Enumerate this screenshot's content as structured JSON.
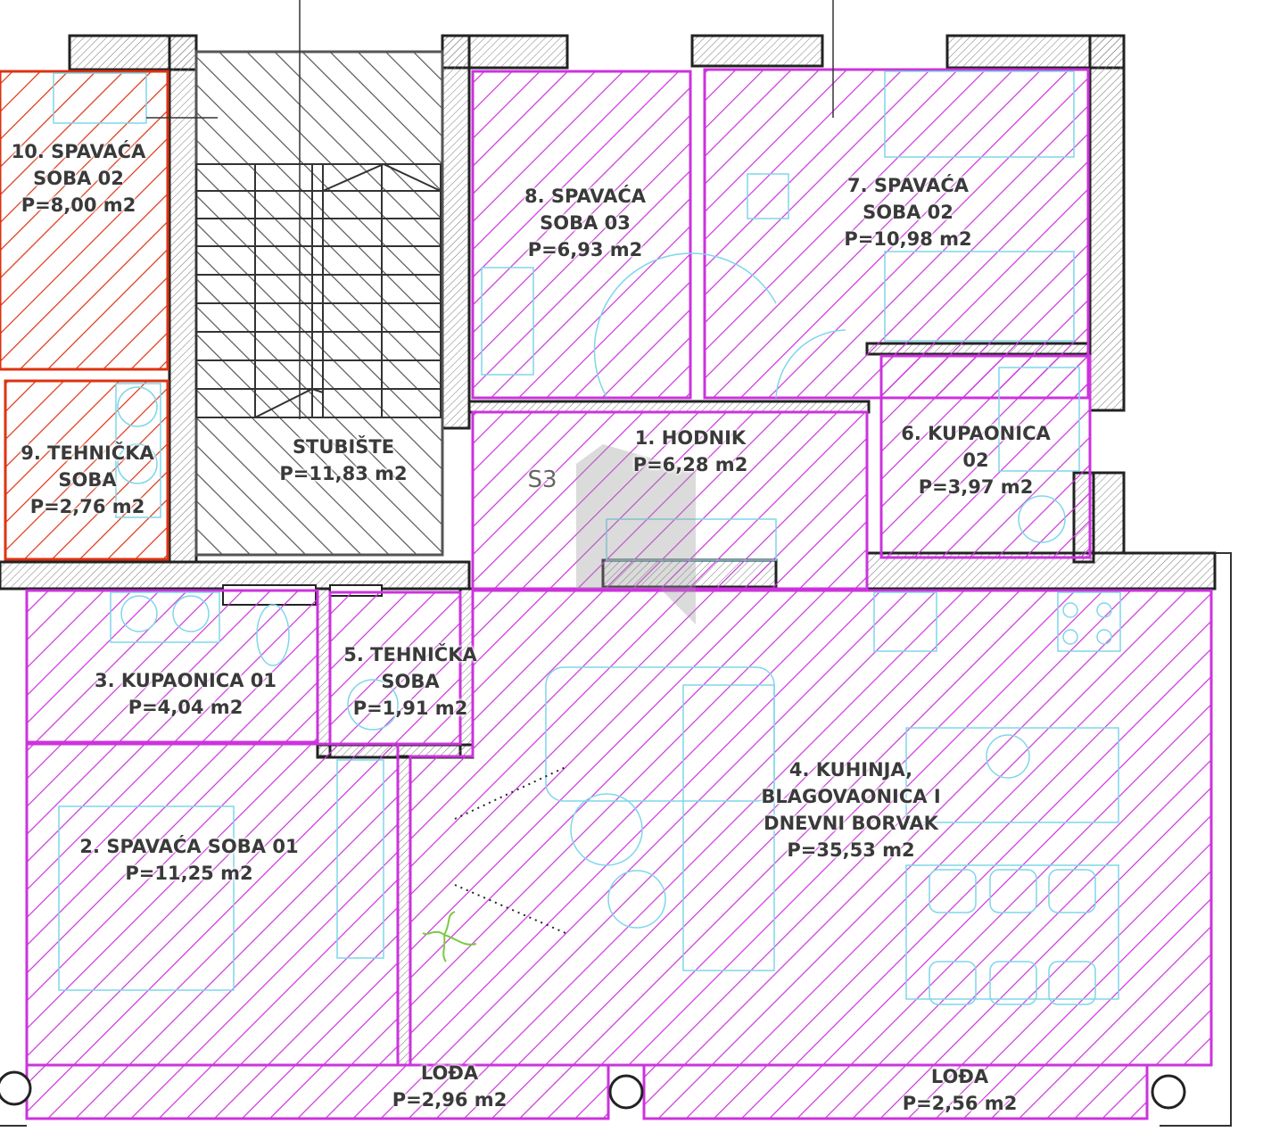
{
  "colors": {
    "magenta": "#cc33dd",
    "red": "#dd3311",
    "stair": "#555555",
    "wall": "#222222",
    "furniture": "#7fd6ea"
  },
  "rooms": [
    {
      "id": "soba10",
      "lines": [
        "10. SPAVAĆA",
        "SOBA 02"
      ],
      "area": "P=8,00 m2",
      "kind": "red"
    },
    {
      "id": "soba9",
      "lines": [
        "9. TEHNIČKA",
        "SOBA"
      ],
      "area": "P=2,76 m2",
      "kind": "red"
    },
    {
      "id": "stubiste",
      "lines": [
        "STUBIŠTE"
      ],
      "area": "P=11,83 m2",
      "kind": "stair"
    },
    {
      "id": "soba8",
      "lines": [
        "8. SPAVAĆA",
        "SOBA 03"
      ],
      "area": "P=6,93 m2",
      "kind": "magenta"
    },
    {
      "id": "soba7",
      "lines": [
        "7. SPAVAĆA",
        "SOBA 02"
      ],
      "area": "P=10,98 m2",
      "kind": "magenta"
    },
    {
      "id": "hodnik",
      "lines": [
        "1. HODNIK"
      ],
      "area": "P=6,28 m2",
      "kind": "magenta"
    },
    {
      "id": "kupaonica6",
      "lines": [
        "6. KUPAONICA",
        "02"
      ],
      "area": "P=3,97 m2",
      "kind": "magenta"
    },
    {
      "id": "kupaonica3",
      "lines": [
        "3. KUPAONICA 01"
      ],
      "area": "P=4,04 m2",
      "kind": "magenta"
    },
    {
      "id": "tehnicka5",
      "lines": [
        "5. TEHNIČKA",
        "SOBA"
      ],
      "area": "P=1,91 m2",
      "kind": "magenta"
    },
    {
      "id": "kuhinja",
      "lines": [
        "4. KUHINJA,",
        "BLAGOVAONICA I",
        "DNEVNI BORVAK"
      ],
      "area": "P=35,53 m2",
      "kind": "magenta"
    },
    {
      "id": "soba2",
      "lines": [
        "2. SPAVAĆA SOBA 01"
      ],
      "area": "P=11,25 m2",
      "kind": "magenta"
    },
    {
      "id": "loda1",
      "lines": [
        "LOĐA"
      ],
      "area": "P=2,96 m2",
      "kind": "magenta"
    },
    {
      "id": "loda2",
      "lines": [
        "LOĐA"
      ],
      "area": "P=2,56 m2",
      "kind": "magenta"
    }
  ],
  "stair_tag": "S3"
}
